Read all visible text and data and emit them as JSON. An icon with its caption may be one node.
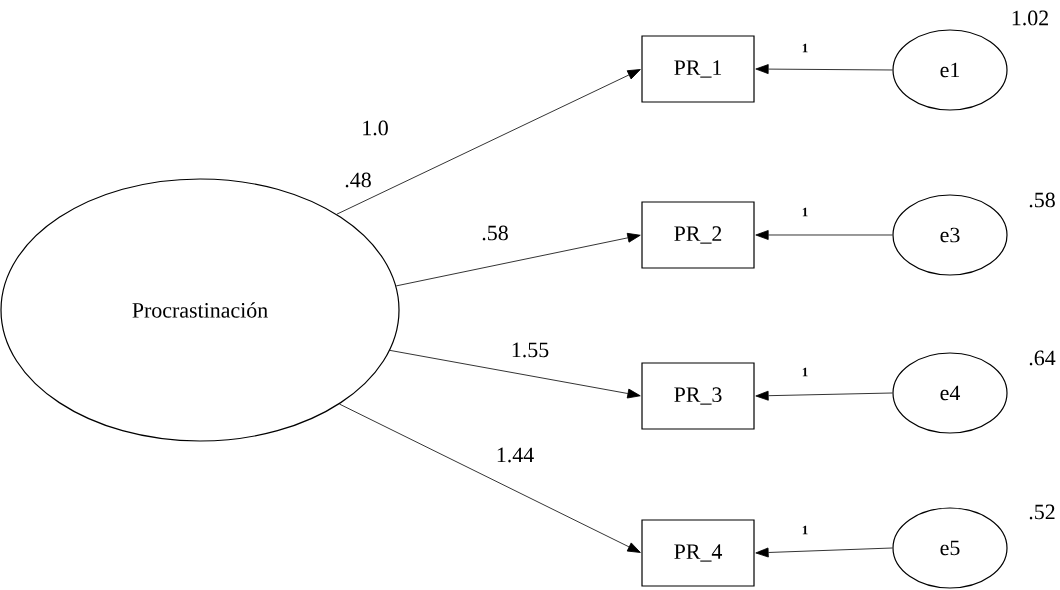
{
  "diagram": {
    "nodes": [
      {
        "text": [
          "Procrastinación"
        ],
        "beside": [
          ".48"
        ]
      },
      {
        "text": [
          "PR_1"
        ]
      },
      {
        "text": [
          "PR_2"
        ]
      },
      {
        "text": [
          "PR_3"
        ]
      },
      {
        "text": [
          "PR_4"
        ]
      },
      {
        "text": [
          "e1"
        ],
        "beside": [
          "1.02"
        ]
      },
      {
        "text": [
          "e3"
        ],
        "beside": [
          ".58"
        ]
      },
      {
        "text": [
          "e4"
        ],
        "beside": [
          ".64"
        ]
      },
      {
        "text": [
          "e5"
        ],
        "beside": [
          ".52"
        ]
      }
    ],
    "edges": [
      {
        "from": 0,
        "to": 1,
        "arrow": "to",
        "label": "1.0"
      },
      {
        "from": 0,
        "to": 2,
        "arrow": "to",
        "label": ".58"
      },
      {
        "from": 0,
        "to": 3,
        "arrow": "to",
        "label": "1.55"
      },
      {
        "from": 0,
        "to": 4,
        "arrow": "to",
        "label": "1.44"
      },
      {
        "from": 5,
        "to": 1,
        "arrow": "to",
        "label": "1"
      },
      {
        "from": 6,
        "to": 2,
        "arrow": "to",
        "label": "1"
      },
      {
        "from": 7,
        "to": 3,
        "arrow": "to",
        "label": "1"
      },
      {
        "from": 8,
        "to": 4,
        "arrow": "to",
        "label": "1"
      }
    ]
  }
}
